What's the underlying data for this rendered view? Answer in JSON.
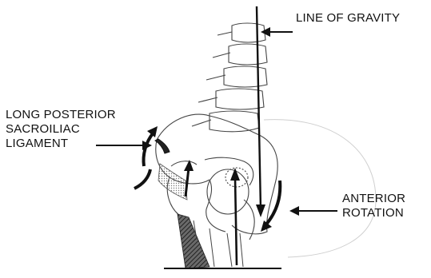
{
  "labels": {
    "line_of_gravity": "LINE OF GRAVITY",
    "ligament": [
      "LONG POSTERIOR",
      "SACROILIAC",
      "LIGAMENT"
    ],
    "rotation": [
      "ANTERIOR",
      "ROTATION"
    ]
  },
  "colors": {
    "ink": "#111111",
    "hatch": "#555555",
    "background": "#ffffff"
  }
}
